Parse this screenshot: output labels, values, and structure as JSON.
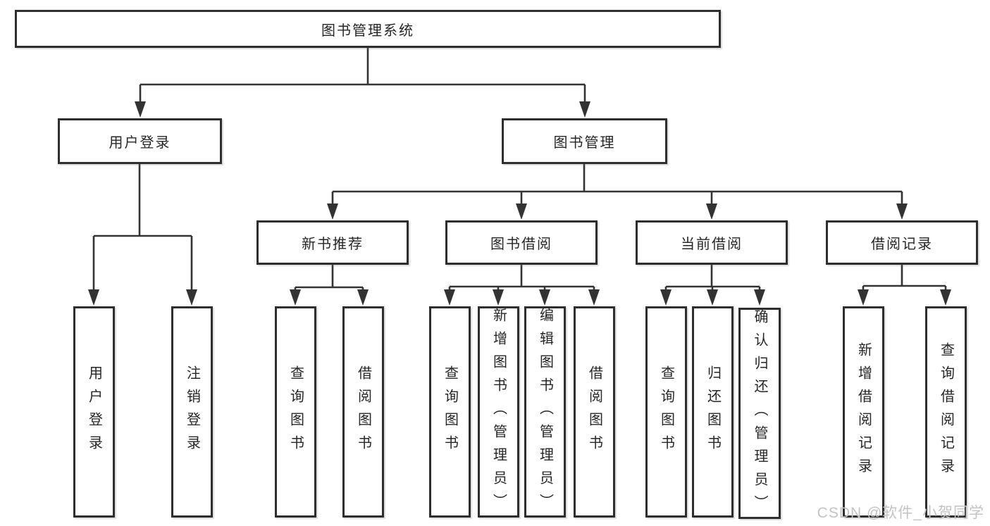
{
  "colors": {
    "line": "#333333",
    "border": "#2e2e2e",
    "text": "#262626",
    "wm": "#c3c3c3",
    "bg": "#ffffff"
  },
  "tree": {
    "root": {
      "label": "图书管理系统"
    },
    "level2": [
      {
        "label": "用户登录"
      },
      {
        "label": "图书管理"
      }
    ],
    "level3": [
      {
        "label": "新书推荐",
        "parent": "图书管理"
      },
      {
        "label": "图书借阅",
        "parent": "图书管理"
      },
      {
        "label": "当前借阅",
        "parent": "图书管理"
      },
      {
        "label": "借阅记录",
        "parent": "图书管理"
      }
    ],
    "leaves": [
      {
        "label": "用户登录",
        "parent": "用户登录"
      },
      {
        "label": "注销登录",
        "parent": "用户登录"
      },
      {
        "label": "查询图书",
        "parent": "新书推荐"
      },
      {
        "label": "借阅图书",
        "parent": "新书推荐"
      },
      {
        "label": "查询图书",
        "parent": "图书借阅"
      },
      {
        "label": "新增图书（管理员）",
        "parent": "图书借阅"
      },
      {
        "label": "编辑图书（管理员）",
        "parent": "图书借阅"
      },
      {
        "label": "借阅图书",
        "parent": "图书借阅"
      },
      {
        "label": "查询图书",
        "parent": "当前借阅"
      },
      {
        "label": "归还图书",
        "parent": "当前借阅"
      },
      {
        "label": "确认归还（管理员）",
        "parent": "当前借阅"
      },
      {
        "label": "新增借阅记录",
        "parent": "借阅记录"
      },
      {
        "label": "查询借阅记录",
        "parent": "借阅记录"
      }
    ]
  },
  "watermark": {
    "text": "CSDN @软件_小贺同学"
  }
}
